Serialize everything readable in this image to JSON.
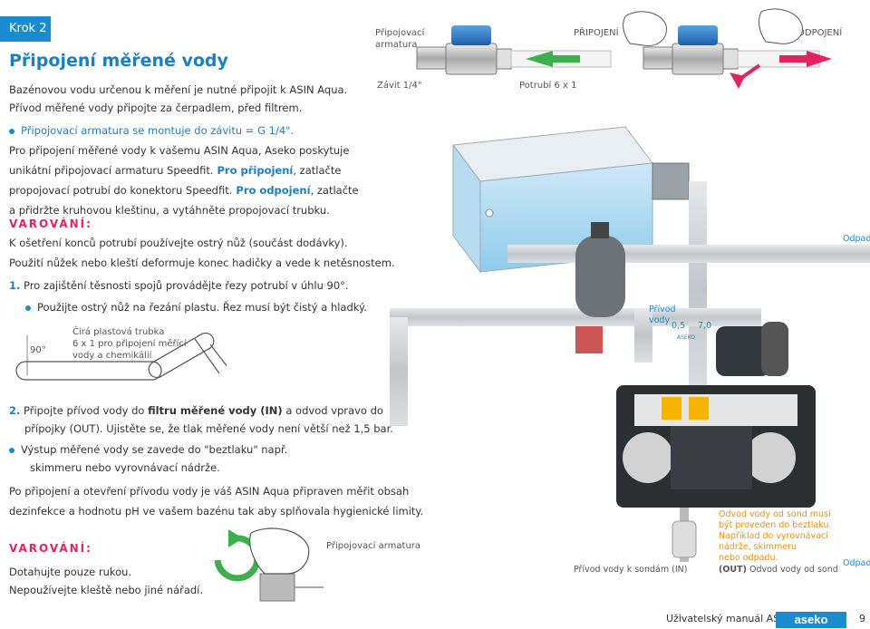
{
  "step": "Krok 2",
  "title": "Připojení měřené vody",
  "intro": [
    "Bazénovou vodu určenou k měření je nutné připojit k ASIN Aqua.",
    "Přívod měřené vody připojte za čerpadlem, před filtrem."
  ],
  "bullet1": "Připojovací armatura se montuje do závitu = G 1/4\".",
  "speedfit": {
    "l1": "Pro připojení měřené vody k vašemu ASIN Aqua, Aseko poskytuje",
    "l2": "unikátní připojovací armaturu Speedfit.",
    "l2b": " Pro připojení",
    "l2c": ", zatlačte",
    "l3": "propojovací potrubí do konektoru Speedfit.",
    "l3b": " Pro odpojení",
    "l3c": ", zatlačte",
    "l4": "a přidržte kruhovou kleštinu, a vytáhněte propojovací trubku."
  },
  "warning_label": "VAROVÁNÍ:",
  "warning1": [
    "K ošetření konců potrubí používejte ostrý nůž (součást dodávky).",
    "Použití nůžek nebo kleští deformuje konec hadičky a vede k netěsnostem."
  ],
  "n1": "1.",
  "n1_text": " Pro zajištění těsnosti spojů provádějte řezy potrubí v úhlu 90°.",
  "bullet2": "Použijte ostrý nůž na řezání plastu. Řez musí být čistý a hladký.",
  "angle": "90°",
  "tube_label": [
    "Čirá plastová trubka",
    "6 x 1 pro připojení měřící",
    "vody a chemikálií"
  ],
  "n2": "2.",
  "n2_text": {
    "a": " Připojte přívod vody do ",
    "b": "filtru měřené vody (IN)",
    "c": " a odvod vpravo do",
    "d": "přípojky (OUT). Ujistěte se, že tlak měřené vody není větší než 1,5 bar."
  },
  "bullet3": [
    "Výstup měřené vody se zavede do \"beztlaku\" např.",
    "skimmeru nebo vyrovnávací nádrže."
  ],
  "after": [
    "Po připojení a otevření přívodu vody je váš ASIN Aqua připraven měřit obsah",
    "dezinfekce a hodnotu pH ve vašem bazénu tak aby splňovala hygienické limity."
  ],
  "warning2": [
    "Dotahujte pouze rukou.",
    "Nepoužívejte kleště nebo jiné nářadí."
  ],
  "fitting_label": "Připojovací armatura",
  "top_labels": {
    "armatura": [
      "Připojovací",
      "armatura"
    ],
    "pripojeni": "PŘIPOJENÍ",
    "odpojeni": "ODPOJENÍ",
    "zavit": "Závit 1/4\"",
    "potrubi": "Potrubí 6 x 1"
  },
  "diagram": {
    "odpad1": "Odpad",
    "odpad2": "Odpad",
    "privod": [
      "Přívod",
      "vody"
    ],
    "sondy_note": [
      "Odvod vody od sond musí",
      "být proveden do beztlaku.",
      "Například do vyrovnávací",
      "nádrže, skimmeru",
      "nebo odpadu."
    ],
    "sondy_in": "Přívod vody k sondám (IN)",
    "sondy_out_a": "(OUT)",
    "sondy_out_b": " Odvod vody od sond",
    "display_a": "0,5",
    "display_b": "7,0",
    "device_brand": "ASEKO"
  },
  "footer_text": "Uživatelský manuál ASIN Aqua",
  "footer_brand": "aseko",
  "page": "9"
}
